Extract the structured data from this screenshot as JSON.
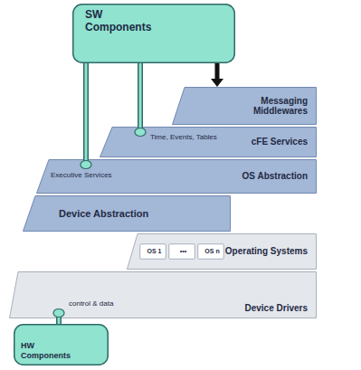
{
  "diagram": {
    "nodes": [
      {
        "text": [
          "SW Components"
        ]
      },
      {
        "text": [
          "Messaging Middlewares"
        ]
      },
      {
        "text": [
          "cFE Services"
        ]
      },
      {
        "text": [
          "OS Abstraction"
        ]
      },
      {
        "text": [
          "Device Abstraction"
        ]
      },
      {
        "text": [
          "Operating Systems"
        ]
      },
      {
        "text": [
          "OS 1"
        ],
        "in": 5
      },
      {
        "text": [
          "•••"
        ],
        "in": 5
      },
      {
        "text": [
          "OS n"
        ],
        "in": 5
      },
      {
        "text": [
          "Device Drivers"
        ]
      },
      {
        "text": [
          "HW Components"
        ]
      }
    ],
    "edges": [
      {
        "from": 0,
        "to": 1,
        "arrow": "to"
      },
      {
        "from": 0,
        "to": 2,
        "label": "Time, Events, Tables",
        "arrow": "none"
      },
      {
        "from": 0,
        "to": 3,
        "label": "Executive Services",
        "arrow": "none"
      },
      {
        "from": 10,
        "to": 9,
        "label": "control & data",
        "arrow": "none"
      }
    ]
  }
}
